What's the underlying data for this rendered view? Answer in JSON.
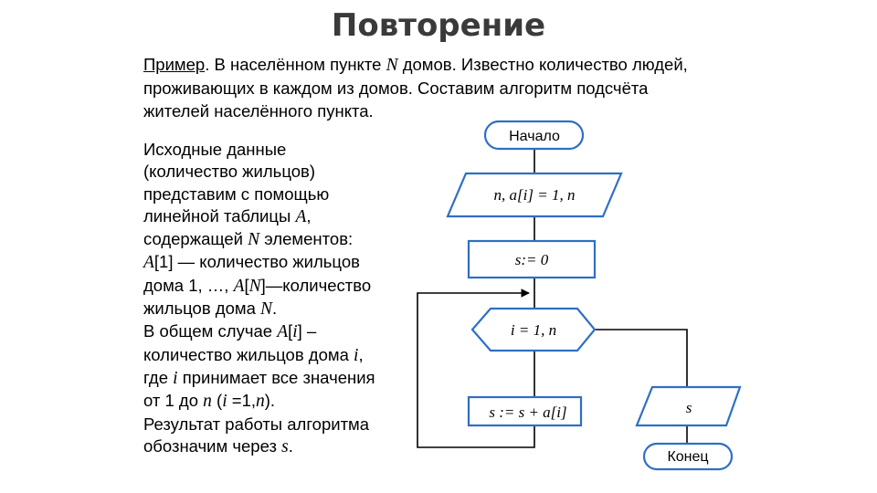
{
  "title": "Повторение",
  "intro": {
    "prefix": "Пример",
    "l1a": ". В населённом пункте ",
    "var_N": "N",
    "l1b": " домов. Известно количество людей,",
    "l2": "проживающих в каждом из домов. Составим алгоритм подсчёта",
    "l3": "жителей населённого пункта."
  },
  "body": {
    "l1": "Исходные данные",
    "l2": "(количество жильцов)",
    "l3": "представим с помощью",
    "l4a": "линейной таблицы ",
    "l4_var": "A",
    "l4b": ",",
    "l5a": "содержащей ",
    "l5_var": "N",
    "l5b": " элементов:",
    "l6_var": "A",
    "l6b": "[1] — количество жильцов",
    "l7a": "дома 1, …, ",
    "l7_var": "A",
    "l7b": "[",
    "l7_var2": "N",
    "l7c": "]—количество",
    "l8a": "жильцов дома ",
    "l8_var": "N",
    "l8b": ".",
    "l9a": "В общем случае ",
    "l9_var": "A",
    "l9b": "[",
    "l9_var2": "i",
    "l9c": "] –",
    "l10a": "количество жильцов дома ",
    "l10_var": "i",
    "l10b": ",",
    "l11a": "где ",
    "l11_var": "i",
    "l11b": " принимает все значения",
    "l12a": "от 1 до ",
    "l12_var": "n",
    "l12b": " (",
    "l12_var2": "i",
    "l12c": " =1,",
    "l12_var3": "n",
    "l12d": ").",
    "l13": "Результат работы алгоритма",
    "l14a": "обозначим через ",
    "l14_var": "s",
    "l14b": "."
  },
  "flowchart": {
    "start": "Начало",
    "input": "n, a[i] = 1, n",
    "init": "s:= 0",
    "loop": "i = 1, n",
    "body": "s := s + a[i]",
    "output": "s",
    "end": "Конец"
  },
  "colors": {
    "shape_stroke": "#2f6fc4",
    "line": "#000000",
    "title": "#3a3a3a"
  }
}
